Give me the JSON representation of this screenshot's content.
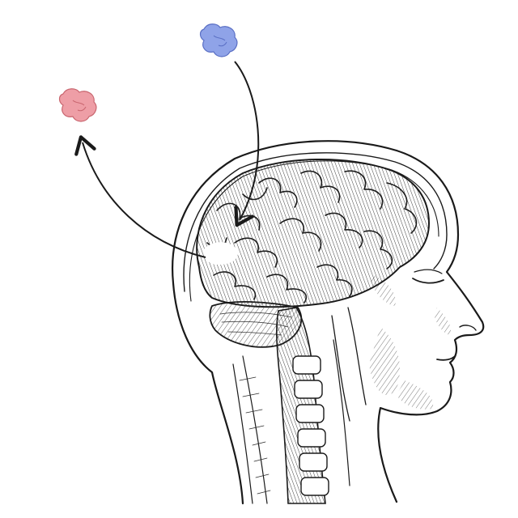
{
  "figure": {
    "background": "#ffffff",
    "ink_color": "#1a1a1a",
    "molecules": [
      {
        "name": "incoming-protein",
        "color": "#8fa3e8",
        "stroke": "#5a6fc4"
      },
      {
        "name": "outgoing-protein",
        "color": "#ee9ea6",
        "stroke": "#c9666f"
      }
    ],
    "arrows": [
      {
        "name": "arrow-into-brain",
        "direction": "in"
      },
      {
        "name": "arrow-out-of-brain",
        "direction": "out"
      }
    ]
  }
}
